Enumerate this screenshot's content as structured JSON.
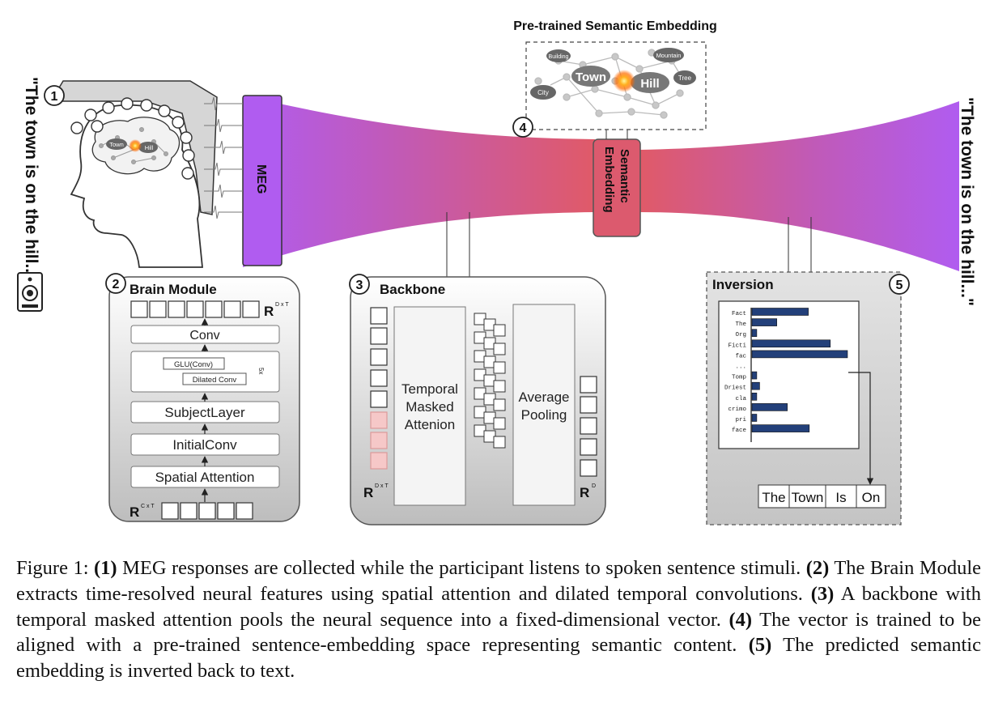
{
  "quote_left": "\"The town is on the hill...\"",
  "quote_right": "\"The town is on the hill...\"",
  "meg_label": "MEG",
  "semantic_box_line1": "Semantic",
  "semantic_box_line2": "Embedding",
  "embedding_title": "Pre-trained Semantic Embedding",
  "embedding_nodes": {
    "town": "Town",
    "hill": "Hill",
    "building": "Building",
    "mountain": "Mountain",
    "city": "City",
    "tree": "Tree"
  },
  "brain_labels": {
    "town": "Town",
    "hill": "Hill"
  },
  "step_numbers": {
    "s1": "1",
    "s2": "2",
    "s3": "3",
    "s4": "4",
    "s5": "5"
  },
  "brain_module": {
    "title": "Brain Module",
    "output_dim": "R",
    "output_sup": "D x T",
    "layers": {
      "conv": "Conv",
      "glu": "GLU(Conv)",
      "dilated": "Dilated Conv",
      "repeat": "5x",
      "subject": "SubjectLayer",
      "initial": "InitialConv",
      "spatial": "Spatial Attention"
    },
    "input_dim": "R",
    "input_sup": "C x T"
  },
  "backbone": {
    "title": "Backbone",
    "attention_lines": [
      "Temporal",
      "Masked",
      "Attenion"
    ],
    "pooling_lines": [
      "Average",
      "Pooling"
    ],
    "input_dim": "R",
    "input_sup": "D x T",
    "output_dim": "R",
    "output_sup": "D"
  },
  "inversion": {
    "title": "Inversion",
    "tokens": [
      "Fact",
      "The",
      "Org",
      "Ficti",
      "fac",
      "...",
      "Tomp",
      "Driest",
      "cla",
      "crimo",
      "pri",
      "face"
    ],
    "token_scores": [
      0.59,
      0.26,
      0.05,
      0.82,
      1.0,
      null,
      0.05,
      0.08,
      0.05,
      0.37,
      0.05,
      0.6
    ],
    "bar_color": "#23407a",
    "output_words": [
      "The",
      "Town",
      "Is",
      "On"
    ]
  },
  "caption": {
    "prefix": "Figure 1:",
    "parts": [
      {
        "num": "(1)",
        "text": "MEG responses are collected while the participant listens to spoken sentence stimuli."
      },
      {
        "num": "(2)",
        "text": "The Brain Module extracts time-resolved neural features using spatial attention and dilated temporal convolutions."
      },
      {
        "num": "(3)",
        "text": "A backbone with temporal masked attention pools the neural sequence into a fixed-dimensional vector."
      },
      {
        "num": "(4)",
        "text": "The vector is trained to be aligned with a pre-trained sentence-embedding space representing semantic content."
      },
      {
        "num": "(5)",
        "text": "The predicted semantic embedding is inverted back to text."
      }
    ]
  },
  "colors": {
    "meg_purple": "#b05cf0",
    "semantic_red": "#dc5a6e",
    "panel_gray": "#d9d9d9"
  }
}
